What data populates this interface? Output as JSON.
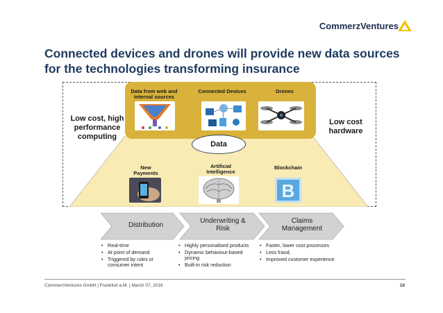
{
  "header": {
    "brand": "CommerzVentures"
  },
  "title": "Connected devices and drones will provide new data sources for the technologies transforming insurance",
  "diagram": {
    "sources": [
      "Data from web and internal sources",
      "Connected Devices",
      "Drones"
    ],
    "center": "Data",
    "left_label": "Low cost, high performance computing",
    "right_label": "Low cost hardware",
    "technologies": [
      "New Payments",
      "Artificial Intelligence",
      "Blockchain"
    ]
  },
  "value_chain": [
    "Distribution",
    "Underwriting & Risk",
    "Claims Management"
  ],
  "bullets": {
    "distribution": [
      "Real-time",
      "At point of demand",
      "Triggered by rules or consumer intent"
    ],
    "underwriting": [
      "Highly personalised products",
      "Dynamic behaviour-based pricing",
      "Built-in risk reduction"
    ],
    "claims": [
      "Faster, lower cost processes",
      "Less fraud,",
      "Improved customer experience"
    ]
  },
  "footer": {
    "text": "CommerzVentures GmbH  |  Frankfurt a.M.  |  March 07, 2016",
    "page": "18"
  },
  "colors": {
    "gold": "#d8b23a",
    "light_gold": "#f8ebb4",
    "arrow": "#d2d2d2",
    "title": "#1e3a5f"
  }
}
